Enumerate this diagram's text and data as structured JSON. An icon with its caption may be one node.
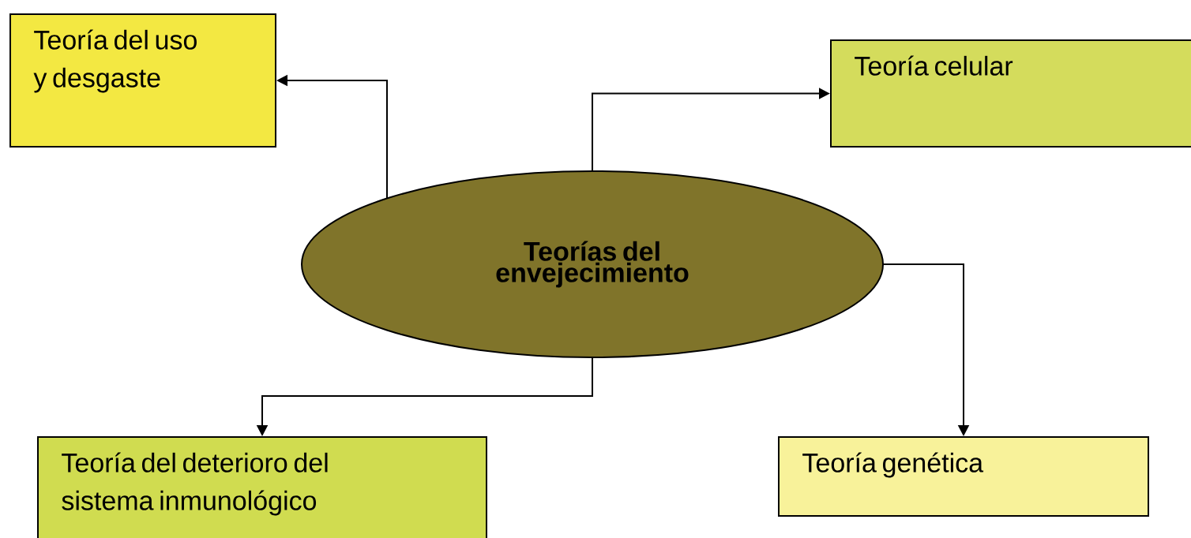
{
  "diagram": {
    "nodes": [
      {
        "text": [
          "Teorías del envejecimiento"
        ]
      },
      {
        "text": [
          "Teoría del uso y desgaste"
        ]
      },
      {
        "text": [
          "Teoría celular"
        ]
      },
      {
        "text": [
          "Teoría del deterioro del sistema inmunológico"
        ]
      },
      {
        "text": [
          "Teoría genética"
        ]
      }
    ],
    "edges": [
      {
        "from": 0,
        "to": 1,
        "arrow": "to"
      },
      {
        "from": 0,
        "to": 2,
        "arrow": "to"
      },
      {
        "from": 0,
        "to": 3,
        "arrow": "to"
      },
      {
        "from": 0,
        "to": 4,
        "arrow": "to"
      }
    ]
  }
}
